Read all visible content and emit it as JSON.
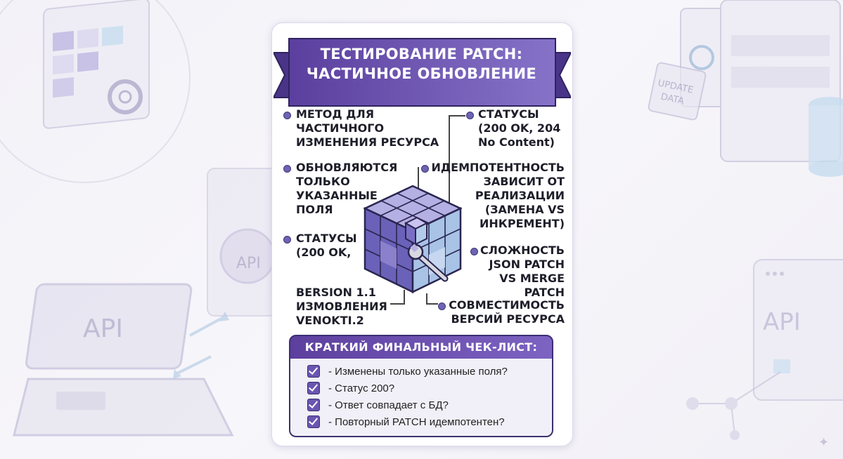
{
  "banner": {
    "title": "ТЕСТИРОВАНИЕ PATCH:\nЧАСТИЧНОЕ ОБНОВЛЕНИЕ"
  },
  "left_items": [
    {
      "text": "МЕТОД ДЛЯ\nЧАСТИЧНОГО\nИЗМЕНЕНИЯ РЕСУРСА"
    },
    {
      "text": "ОБНОВЛЯЮТСЯ\nТОЛЬКО\nУКАЗАННЫЕ\nПОЛЯ"
    },
    {
      "text": "СТАТУСЫ\n(200 OK,"
    },
    {
      "text": "BERSION 1.1\nИЗМОВЛЕНИЯ\nVENOKTI.2"
    }
  ],
  "right_items": [
    {
      "text": "СТАТУСЫ\n(200 OK, 204\nNo Content)"
    },
    {
      "text": "ИДЕМПОТЕНТНОСТЬ\nЗАВИСИТ ОТ\nРЕАЛИЗАЦИИ\n(ЗАМЕНА VS\nИНКРЕМЕНТ)"
    },
    {
      "text": "СЛОЖНОСТЬ\nJSON PATCH\nVS MERGE PATCH"
    },
    {
      "text": "СОВМЕСТИМОСТЬ\nВЕРСИЙ РЕСУРСА"
    }
  ],
  "checklist": {
    "title": "КРАТКИЙ ФИНАЛЬНЫЙ ЧЕК-ЛИСТ:",
    "items": [
      "- Изменены только указанные поля?",
      "- Статус 200?",
      "- Ответ совпадает с БД?",
      "- Повторный PATCH идемпотентен?"
    ]
  },
  "background": {
    "left_laptop_label": "API",
    "left_gear_label": "API",
    "right_update_label": "UPDATE\nDATA",
    "right_window_label": "API"
  },
  "colors": {
    "accent": "#5d3f9e",
    "accent_light": "#7d63c2",
    "ribbon_dark": "#4a3488"
  }
}
